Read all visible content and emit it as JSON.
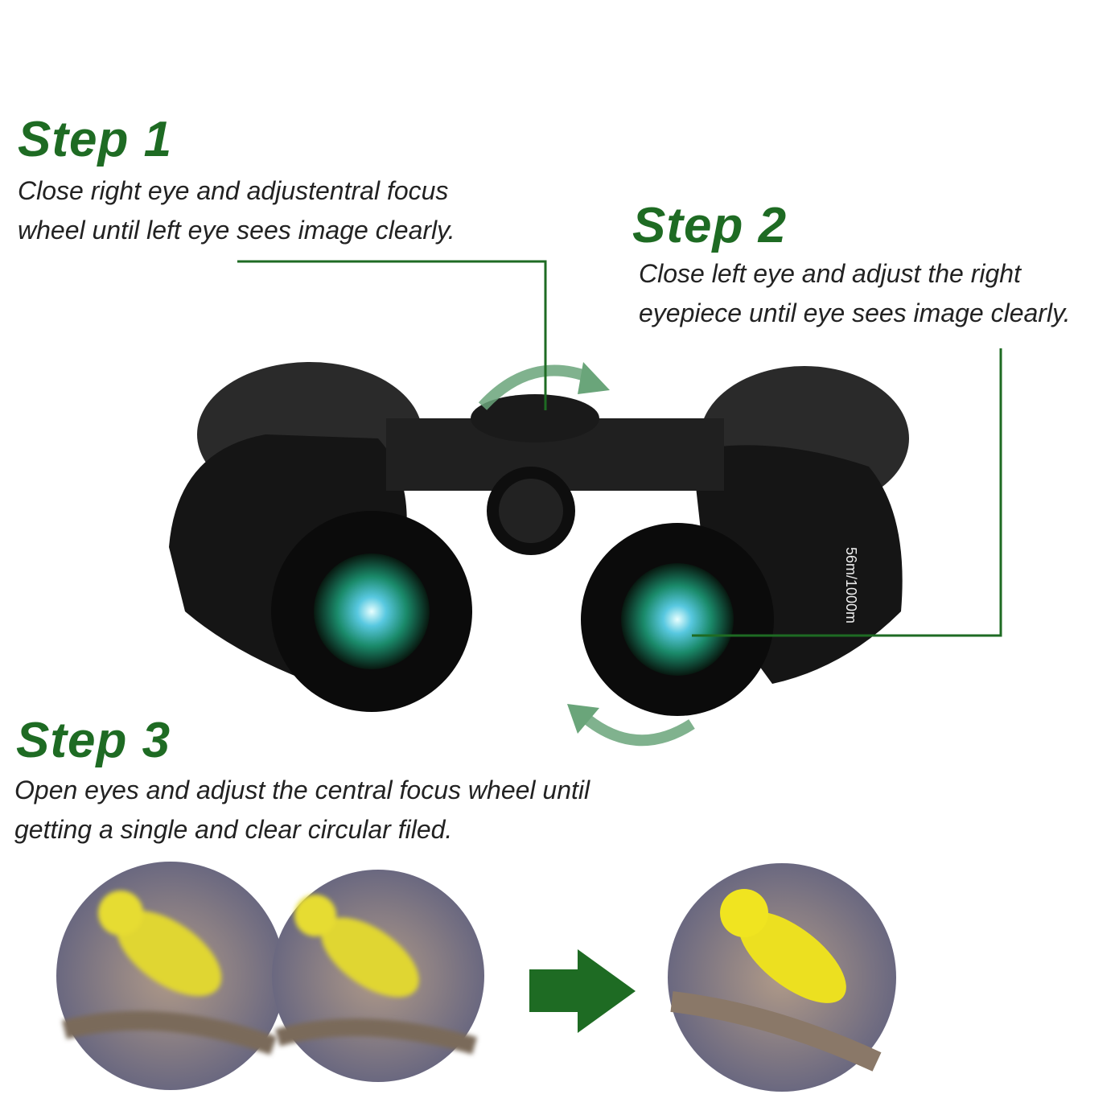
{
  "steps": [
    {
      "title": "Step 1",
      "lines": [
        "Close right eye and adjustentral focus",
        "wheel until left eye sees image clearly."
      ]
    },
    {
      "title": "Step 2",
      "lines": [
        "Close left eye and adjust the right",
        "eyepiece until eye sees image clearly."
      ]
    },
    {
      "title": "Step 3",
      "lines": [
        "Open eyes and adjust the central focus wheel until",
        "getting a single and clear circular filed."
      ]
    }
  ],
  "binocular_label": "56m/1000m",
  "colors": {
    "accent": "#1e6b23",
    "arrow_light": "#6aa57a",
    "body": "#1a1a1a",
    "bird": "#e8d820"
  },
  "icons": [
    "rotate-arrow-icon",
    "arrow-right-icon"
  ]
}
